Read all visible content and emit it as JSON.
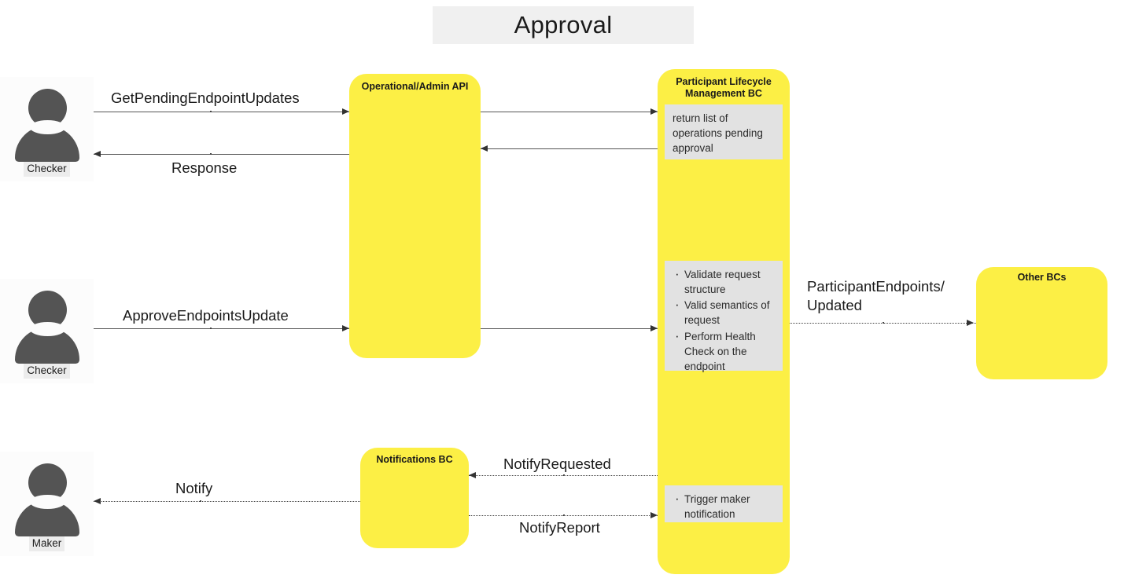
{
  "diagram": {
    "title": "Approval",
    "type": "sequence-diagram"
  },
  "actors": [
    {
      "name": "checker-top",
      "label": "Checker",
      "icon": "person-icon"
    },
    {
      "name": "checker-middle",
      "label": "Checker",
      "icon": "person-icon"
    },
    {
      "name": "maker",
      "label": "Maker",
      "icon": "person-icon"
    }
  ],
  "participants": [
    {
      "name": "operational-admin-api",
      "label": "Operational/Admin API"
    },
    {
      "name": "participant-lifecycle-management-bc",
      "label": "Participant Lifecycle\nManagement BC"
    },
    {
      "name": "other-bcs",
      "label": "Other BCs"
    },
    {
      "name": "notifications-bc",
      "label": "Notifications BC"
    }
  ],
  "notes": [
    {
      "name": "note-return-list",
      "kind": "text",
      "text": "return list of operations pending approval"
    },
    {
      "name": "note-validation-steps",
      "kind": "bullets",
      "items": [
        "Validate request structure",
        "Valid semantics of request",
        "Perform Health Check on the endpoint"
      ]
    },
    {
      "name": "note-trigger-maker",
      "kind": "bullets",
      "items": [
        "Trigger maker notification"
      ]
    }
  ],
  "messages": [
    {
      "name": "msg-get-pending-endpoint-updates",
      "label": "GetPendingEndpointUpdates",
      "direction": "right",
      "style": "solid"
    },
    {
      "name": "msg-get-pending-forward",
      "label": "",
      "direction": "right",
      "style": "solid"
    },
    {
      "name": "msg-response-return",
      "label": "",
      "direction": "left",
      "style": "solid"
    },
    {
      "name": "msg-response",
      "label": "Response",
      "direction": "left",
      "style": "solid"
    },
    {
      "name": "msg-approve-endpoints-update",
      "label": "ApproveEndpointsUpdate",
      "direction": "right",
      "style": "solid"
    },
    {
      "name": "msg-approve-forward",
      "label": "",
      "direction": "right",
      "style": "solid"
    },
    {
      "name": "msg-participant-endpoints-updated",
      "label": "ParticipantEndpoints/\nUpdated",
      "direction": "right",
      "style": "dotted"
    },
    {
      "name": "msg-notify-requested",
      "label": "NotifyRequested",
      "direction": "left",
      "style": "dotted"
    },
    {
      "name": "msg-notify",
      "label": "Notify",
      "direction": "left",
      "style": "dotted"
    },
    {
      "name": "msg-notify-report",
      "label": "NotifyReport",
      "direction": "right",
      "style": "dotted"
    }
  ],
  "colors": {
    "participant_fill": "#FCEF45",
    "note_fill": "#E2E2E2",
    "actor_fill": "#545454",
    "title_band": "#F0F0F0",
    "line": "#555555"
  }
}
